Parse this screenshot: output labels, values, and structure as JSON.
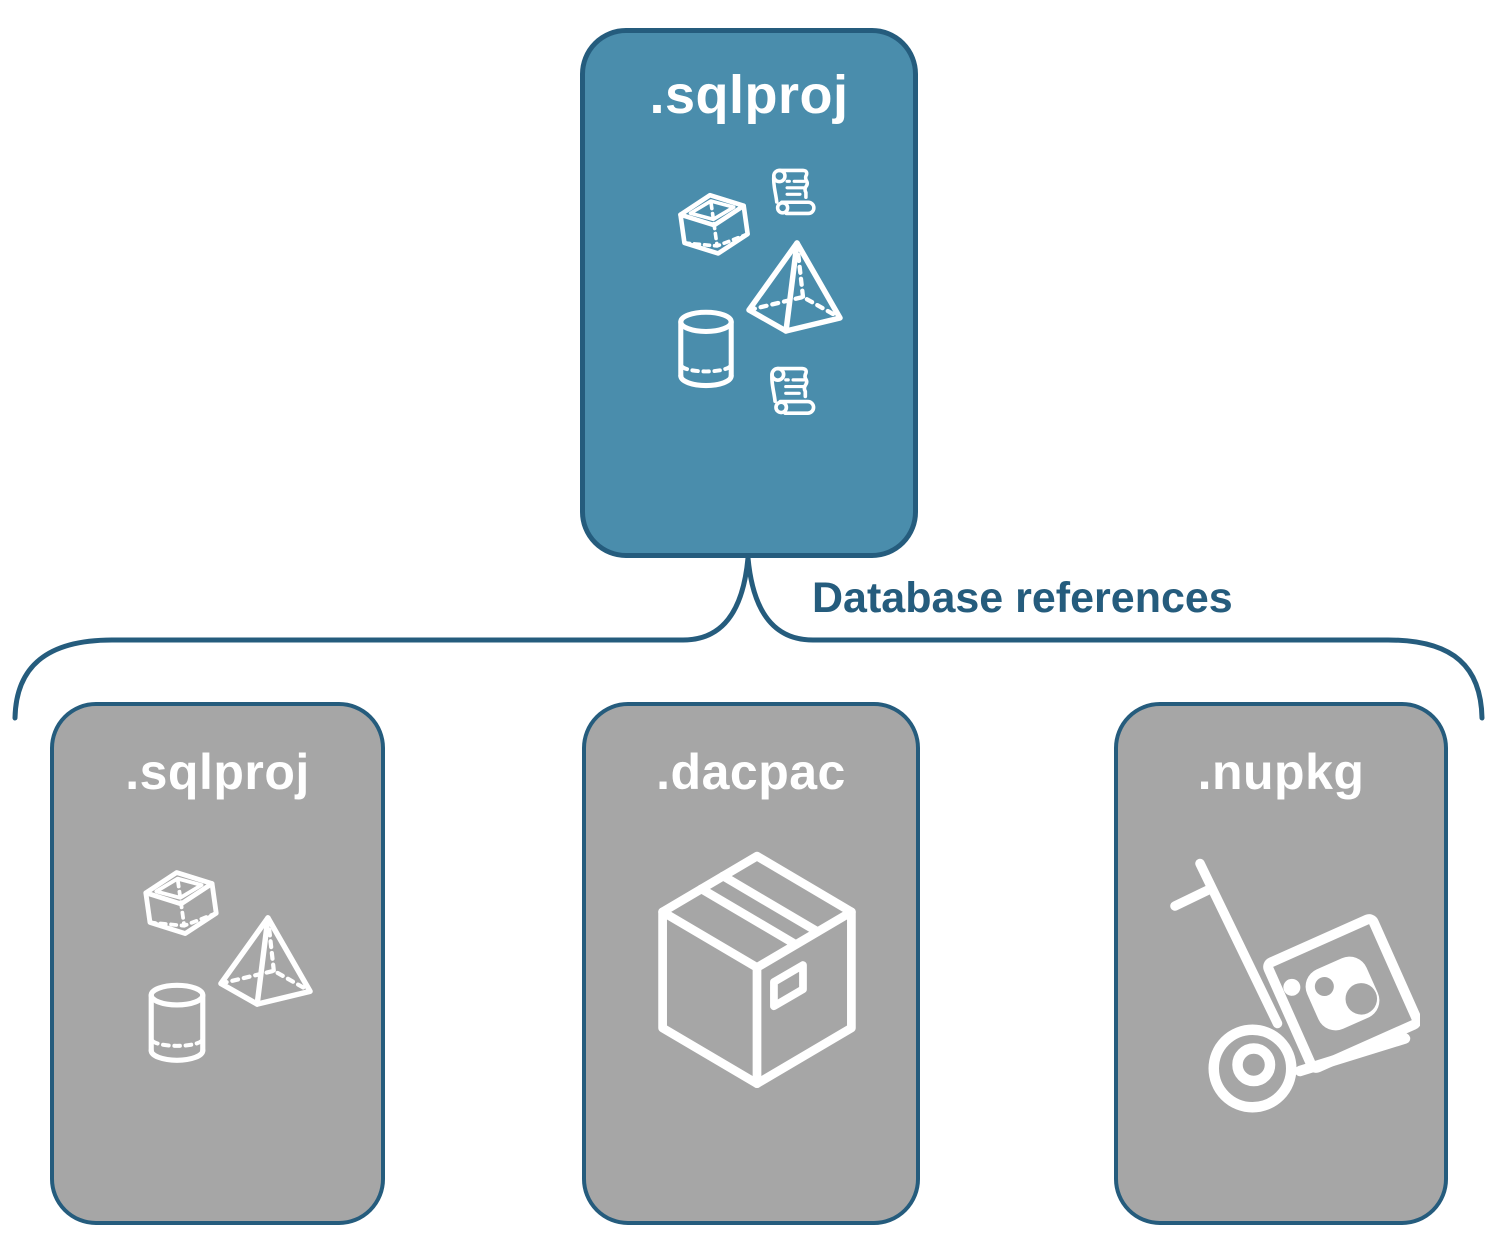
{
  "diagram": {
    "root": {
      "label": ".sqlproj",
      "icons": [
        "cube",
        "script-scroll",
        "pyramid",
        "database-cylinder",
        "script-scroll"
      ]
    },
    "connector": {
      "label": "Database references"
    },
    "children": [
      {
        "label": ".sqlproj",
        "icons": [
          "cube",
          "pyramid",
          "database-cylinder"
        ]
      },
      {
        "label": ".dacpac",
        "icons": [
          "package-box"
        ]
      },
      {
        "label": ".nupkg",
        "icons": [
          "nuget-hand-truck"
        ]
      }
    ],
    "colors": {
      "root_fill": "#4A8DAC",
      "child_fill": "#A6A6A6",
      "outline": "#255C7D",
      "label_text": "#FFFFFF",
      "connector_text": "#255C7D",
      "icon_stroke": "#FFFFFF"
    }
  }
}
